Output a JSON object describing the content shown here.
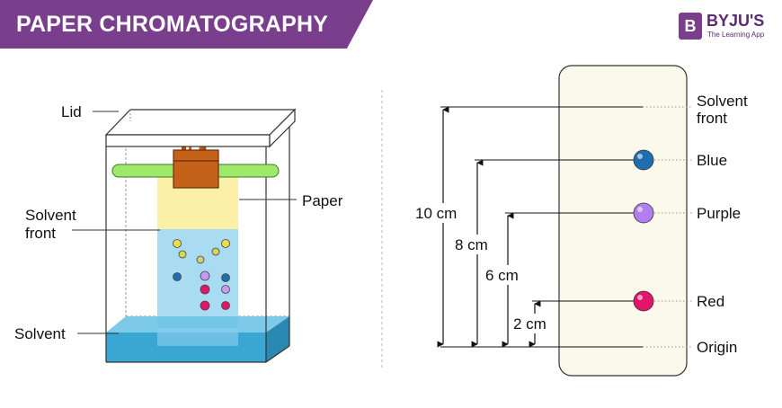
{
  "banner": {
    "title": "PAPER CHROMATOGRAPHY"
  },
  "brand": {
    "logo_letter": "B",
    "name": "BYJU'S",
    "tagline": "The Learning App"
  },
  "left_diagram": {
    "labels": {
      "lid": "Lid",
      "paper": "Paper",
      "solvent_front_1": "Solvent",
      "solvent_front_2": "front",
      "solvent": "Solvent"
    }
  },
  "right_diagram": {
    "spots": [
      {
        "name": "Blue",
        "color": "#1f6fb0"
      },
      {
        "name": "Purple",
        "color": "#b07ef0"
      },
      {
        "name": "Red",
        "color": "#e3156a"
      }
    ],
    "labels": {
      "solvent_front_1": "Solvent",
      "solvent_front_2": "front",
      "blue": "Blue",
      "purple": "Purple",
      "red": "Red",
      "origin": "Origin"
    },
    "distances": {
      "d10": "10 cm",
      "d8": "8 cm",
      "d6": "6 cm",
      "d2": "2 cm"
    }
  },
  "colors": {
    "banner": "#7a3f8c",
    "rod": "#9ee86a",
    "clip": "#c4621a",
    "paper_dry": "#fbf0a8",
    "paper_wet": "#a9dcf2",
    "solvent": "#3aa6d4",
    "strip": "#fbf8ec"
  }
}
